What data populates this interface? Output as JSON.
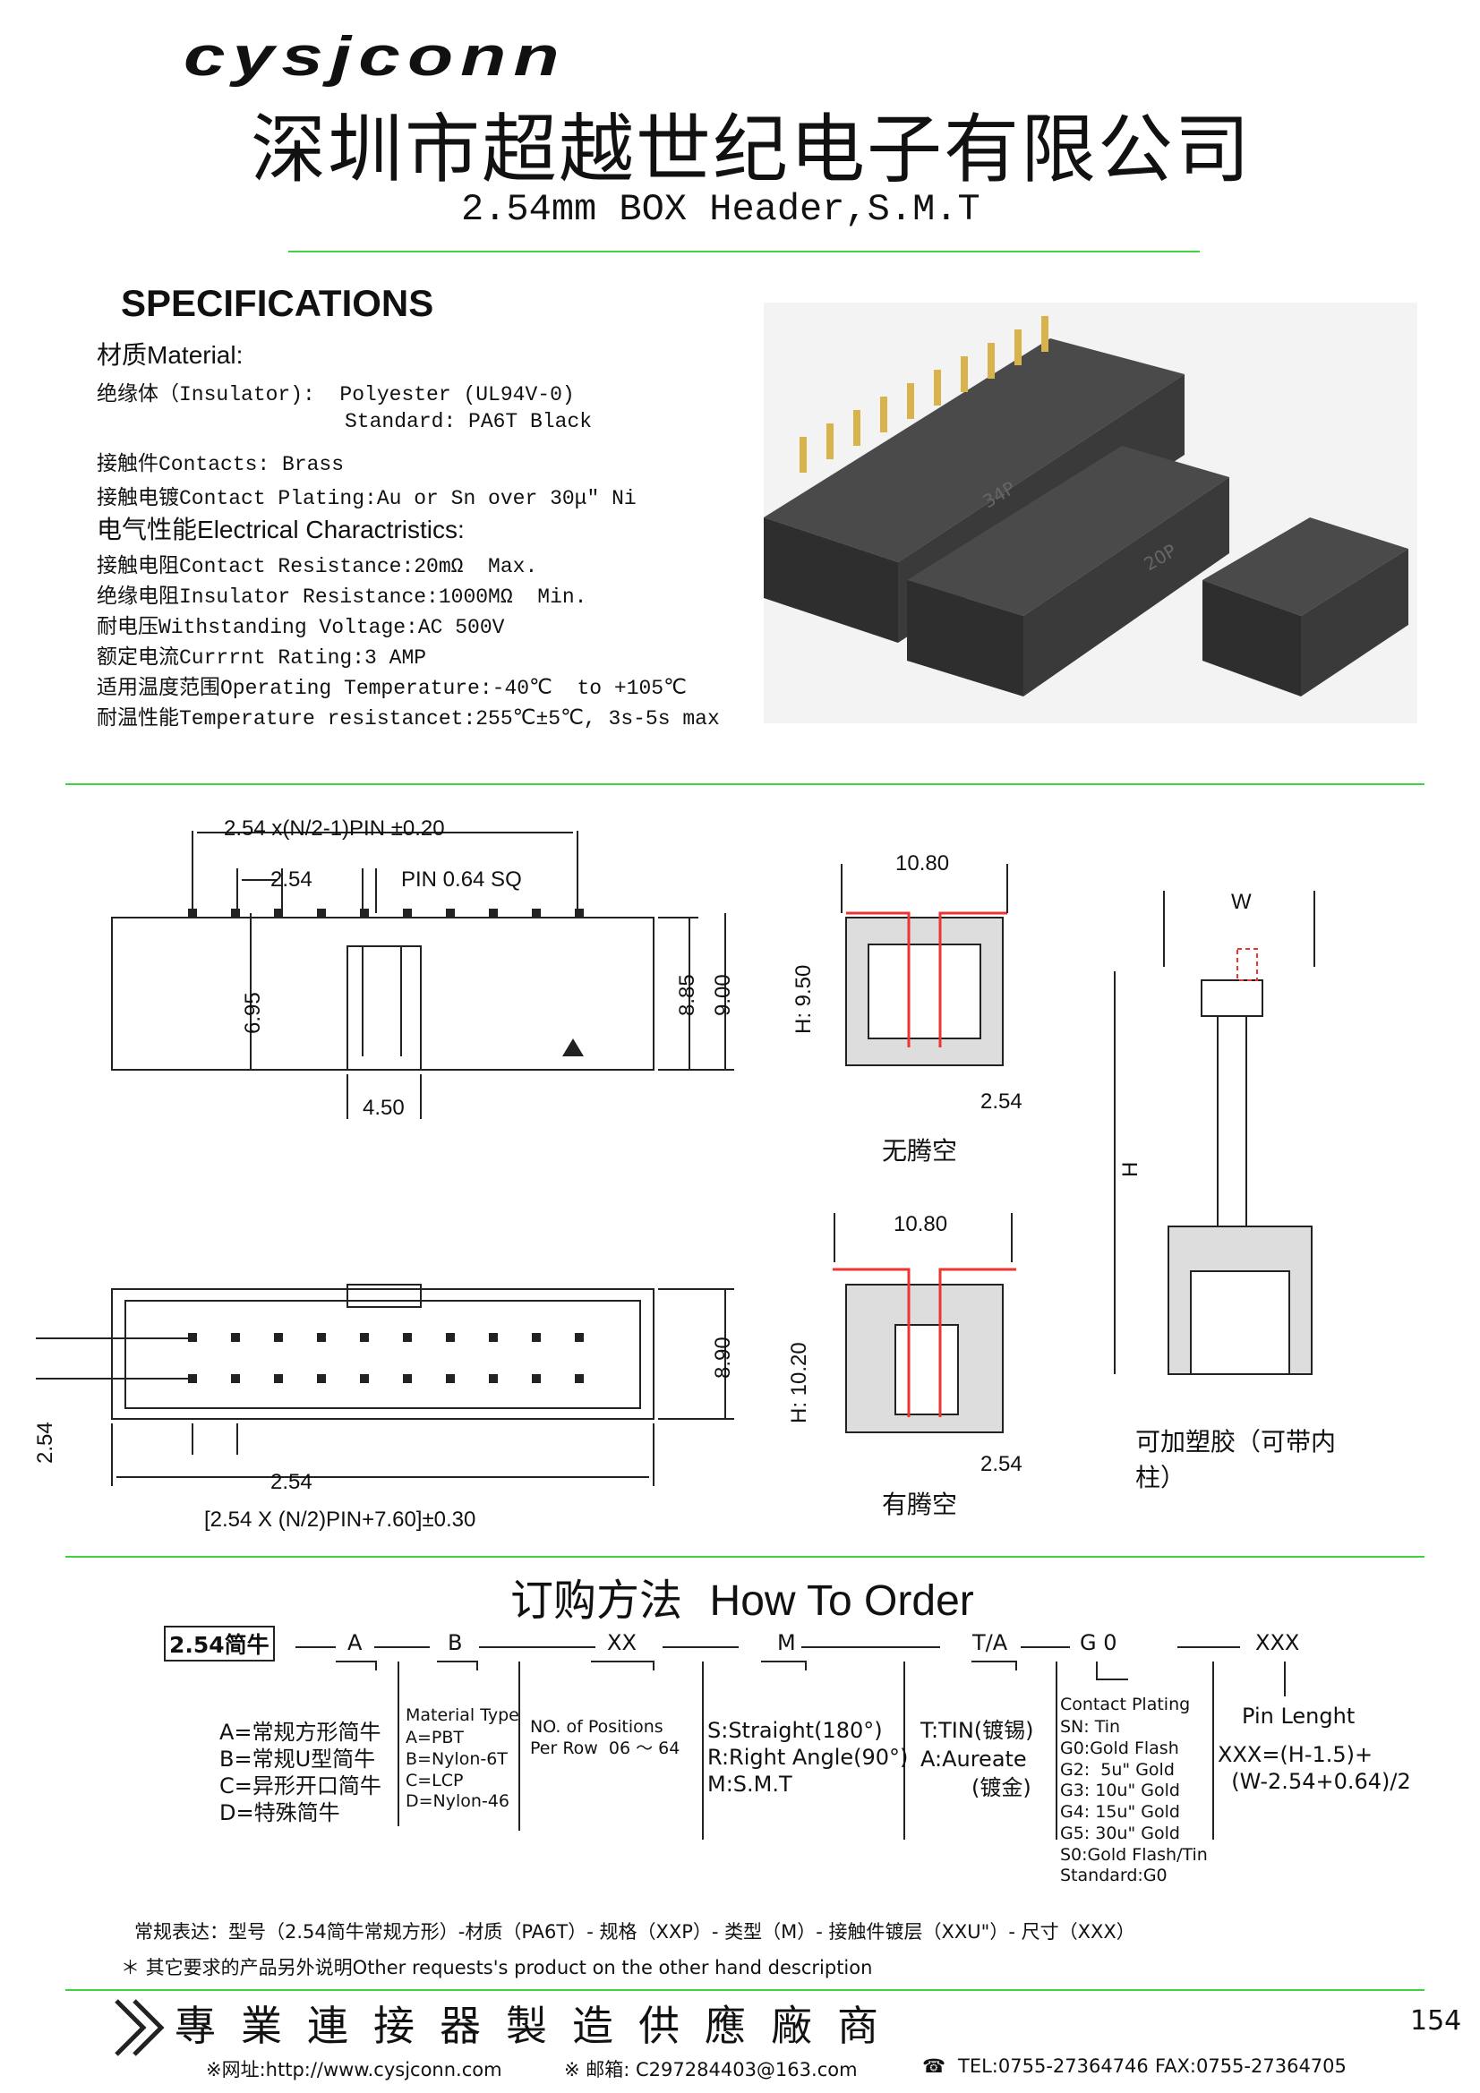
{
  "header": {
    "logo": "cysjconn",
    "company": "深圳市超越世纪电子有限公司",
    "product": "2.54mm BOX Header,S.M.T"
  },
  "specs": {
    "title": "SPECIFICATIONS",
    "material_heading_cn": "材质",
    "material_heading_en": "Material:",
    "insulator": "绝缘体（Insulator):  Polyester (UL94V-0)",
    "insulator_std": "Standard: PA6T Black",
    "contacts": "接触件Contacts: Brass",
    "plating": "接触电镀Contact Plating:Au or Sn over 30μ\" Ni",
    "elec_heading_cn": "电气性能",
    "elec_heading_en": "Electrical Charactristics:",
    "contact_res": "接触电阻Contact Resistance:20mΩ  Max.",
    "insulator_res": "绝缘电阻Insulator Resistance:1000MΩ  Min.",
    "voltage": "耐电压Withstanding Voltage:AC 500V",
    "current": "额定电流Currrnt Rating:3 AMP",
    "op_temp": "适用温度范围Operating Temperature:-40℃  to +105℃",
    "temp_res": "耐温性能Temperature resistancet:255℃±5℃, 3s-5s max"
  },
  "photo": {
    "label_34p": "34P",
    "label_20p": "20P"
  },
  "drawing": {
    "dim_pitch_total": "2.54 x(N/2-1)PIN ±0.20",
    "dim_pitch": "2.54",
    "dim_pin": "PIN 0.64 SQ",
    "dim_695": "6.95",
    "dim_885": "8.85",
    "dim_900": "9.00",
    "dim_450": "4.50",
    "dim_1080a": "10.80",
    "dim_950": "H: 9.50",
    "dim_254b": "2.54",
    "label_no_gap": "无腾空",
    "dim_1080b": "10.80",
    "dim_1020": "H: 10.20",
    "dim_254c": "2.54",
    "label_gap": "有腾空",
    "dim_w": "W",
    "dim_h": "H",
    "label_plastic": "可加塑胶（可带内",
    "label_plastic2": "柱）",
    "dim_890": "8.90",
    "dim_254d": "2.54",
    "dim_254e": "2.54",
    "dim_overall": "[2.54 X (N/2)PIN+7.60]±0.30"
  },
  "order": {
    "title_cn": "订购方法",
    "title_en": "How To Order",
    "seq_box": "2.54简牛",
    "seq_a": "A",
    "seq_b": "B",
    "seq_xx": "XX",
    "seq_m": "M",
    "seq_ta": "T/A",
    "seq_g0": "G 0",
    "seq_xxx": "XXX",
    "col_a": "A=常规方形简牛\nB=常规U型简牛\nC=异形开口简牛\nD=特殊简牛",
    "col_b_title": "Material Type",
    "col_b": "A=PBT\nB=Nylon-6T\nC=LCP\nD=Nylon-46",
    "col_xx": "NO. of Positions\nPer Row  06 ～ 64",
    "col_m": "S:Straight(180°)\nR:Right Angle(90°)\nM:S.M.T",
    "col_ta1": "T:TIN(镀锡)",
    "col_ta2": "A:Aureate",
    "col_ta3": "(镀金)",
    "col_g0_title": "Contact Plating",
    "col_g0": "SN: Tin\nG0:Gold Flash\nG2:  5u\" Gold\nG3: 10u\" Gold\nG4: 15u\" Gold\nG5: 30u\" Gold\nS0:Gold Flash/Tin\nStandard:G0",
    "col_xxx_title": "Pin Lenght",
    "col_xxx": "XXX=(H-1.5)+\n  (W-2.54+0.64)/2",
    "normal_expr": "常规表达：型号（2.54简牛常规方形）-材质（PA6T）- 规格（XXP）- 类型（M）- 接触件镀层（XXU\"）- 尺寸（XXX）",
    "other": "＊ 其它要求的产品另外说明Other requests's product on the other hand description"
  },
  "footer": {
    "slogan": "專業連接器製造供應廠商",
    "page": "154",
    "web": "※网址:http://www.cysjconn.com",
    "mail": "※ 邮箱: C297284403@163.com",
    "tel": "TEL:0755-27364746",
    "fax": "FAX:0755-27364705"
  }
}
